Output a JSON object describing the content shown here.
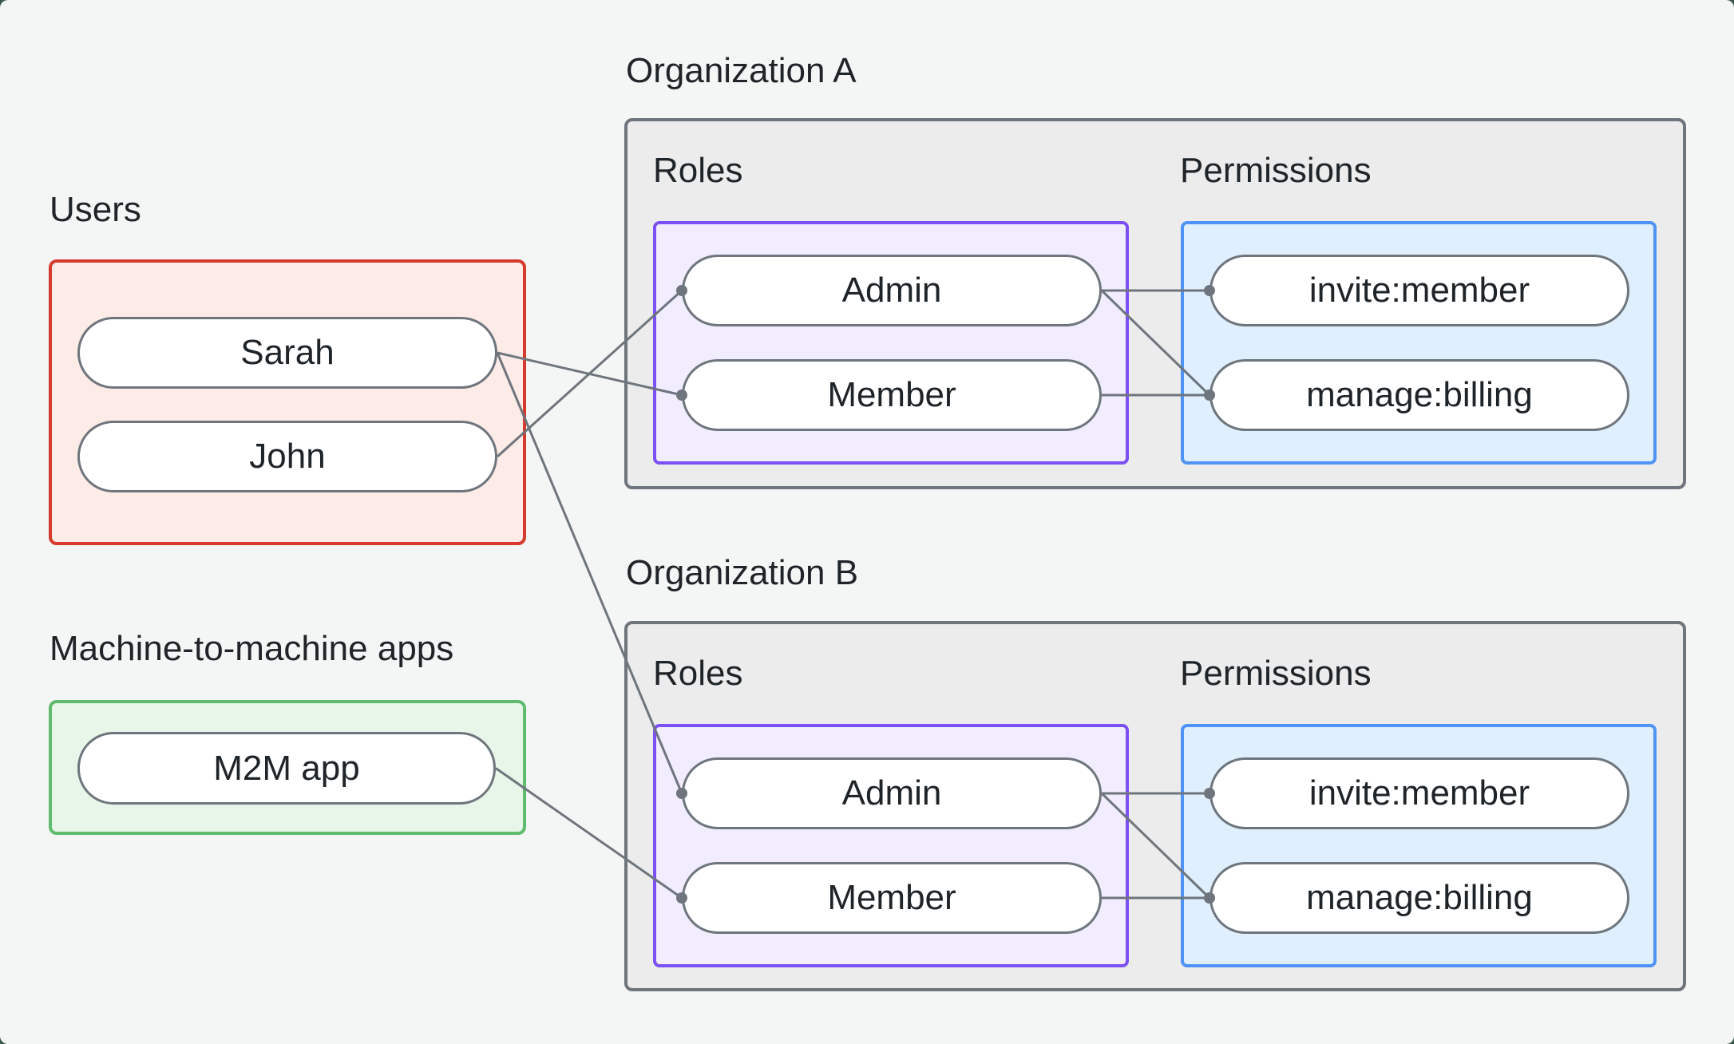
{
  "labels": {
    "users": "Users",
    "m2m": "Machine-to-machine apps"
  },
  "users": {
    "items": [
      {
        "id": "user-sarah",
        "label": "Sarah"
      },
      {
        "id": "user-john",
        "label": "John"
      }
    ]
  },
  "m2m": {
    "items": [
      {
        "id": "m2m-app",
        "label": "M2M app"
      }
    ]
  },
  "orgs": [
    {
      "title": "Organization A",
      "roles_label": "Roles",
      "permissions_label": "Permissions",
      "roles": [
        {
          "id": "orgA-role-admin",
          "label": "Admin"
        },
        {
          "id": "orgA-role-member",
          "label": "Member"
        }
      ],
      "permissions": [
        {
          "id": "orgA-perm-invite",
          "label": "invite:member"
        },
        {
          "id": "orgA-perm-billing",
          "label": "manage:billing"
        }
      ]
    },
    {
      "title": "Organization B",
      "roles_label": "Roles",
      "permissions_label": "Permissions",
      "roles": [
        {
          "id": "orgB-role-admin",
          "label": "Admin"
        },
        {
          "id": "orgB-role-member",
          "label": "Member"
        }
      ],
      "permissions": [
        {
          "id": "orgB-perm-invite",
          "label": "invite:member"
        },
        {
          "id": "orgB-perm-billing",
          "label": "manage:billing"
        }
      ]
    }
  ],
  "edges": [
    {
      "from": "user-sarah",
      "to": "orgA-role-member"
    },
    {
      "from": "user-john",
      "to": "orgA-role-admin"
    },
    {
      "from": "user-sarah",
      "to": "orgB-role-admin"
    },
    {
      "from": "m2m-app",
      "to": "orgB-role-member"
    },
    {
      "from": "orgA-role-admin",
      "to": "orgA-perm-invite"
    },
    {
      "from": "orgA-role-admin",
      "to": "orgA-perm-billing"
    },
    {
      "from": "orgA-role-member",
      "to": "orgA-perm-billing"
    },
    {
      "from": "orgB-role-admin",
      "to": "orgB-perm-invite"
    },
    {
      "from": "orgB-role-admin",
      "to": "orgB-perm-billing"
    },
    {
      "from": "orgB-role-member",
      "to": "orgB-perm-billing"
    }
  ],
  "colors": {
    "page_bg": "#f3f6f4",
    "outer_bg": "#3a584b",
    "text": "#1f2428",
    "line": "#6e757c",
    "pill_bg": "#ffffff",
    "pill_border": "#6e757c",
    "users_border": "#d63a2e",
    "users_bg": "#fdebe7",
    "m2m_border": "#5fbb6d",
    "m2m_bg": "#e7f6e9",
    "org_border": "#6e757c",
    "org_bg": "#ececec",
    "roles_border": "#7b50f5",
    "roles_bg": "#f2edfe",
    "permissions_border": "#4f93f6",
    "permissions_bg": "#dfeffd"
  }
}
